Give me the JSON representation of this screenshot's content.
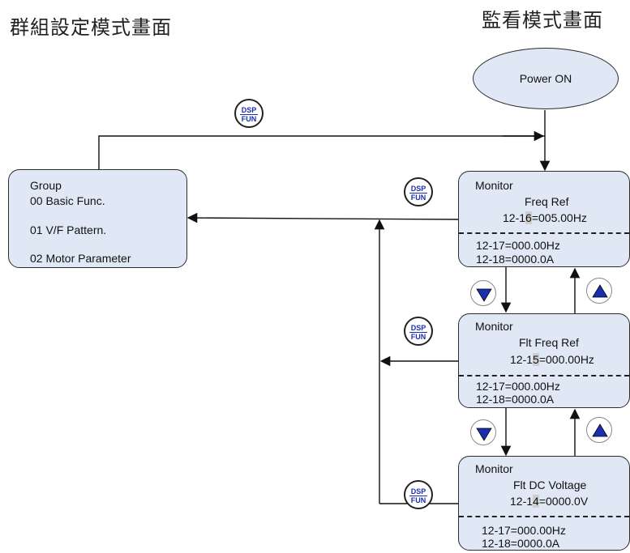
{
  "titles": {
    "left": "群組設定模式畫面",
    "right": "監看模式畫面"
  },
  "power": {
    "label": "Power ON"
  },
  "key": {
    "top": "DSP",
    "bottom": "FUN"
  },
  "group_box": {
    "heading": "Group",
    "items": [
      "00 Basic Func.",
      "01 V/F Pattern.",
      "02 Motor Parameter"
    ]
  },
  "monitors": [
    {
      "heading": "Monitor",
      "name": "Freq Ref",
      "code_pre": "12-1",
      "code_hl": "6",
      "code_post": "=005.00Hz",
      "line1": "12-17=000.00Hz",
      "line2": "12-18=0000.0A"
    },
    {
      "heading": "Monitor",
      "name": "Flt Freq Ref",
      "code_pre": "12-1",
      "code_hl": "5",
      "code_post": "=000.00Hz",
      "line1": "12-17=000.00Hz",
      "line2": "12-18=0000.0A"
    },
    {
      "heading": "Monitor",
      "name": "Flt DC Voltage",
      "code_pre": "12-1",
      "code_hl": "4",
      "code_post": "=0000.0V",
      "line1": "12-17=000.00Hz",
      "line2": "12-18=0000.0A"
    }
  ],
  "colors": {
    "box_fill": "#dfe8f4",
    "nav_arrow": "#1a2fb0",
    "line": "#111111"
  },
  "icons": {
    "down": "down-triangle-icon",
    "up": "up-triangle-icon"
  }
}
